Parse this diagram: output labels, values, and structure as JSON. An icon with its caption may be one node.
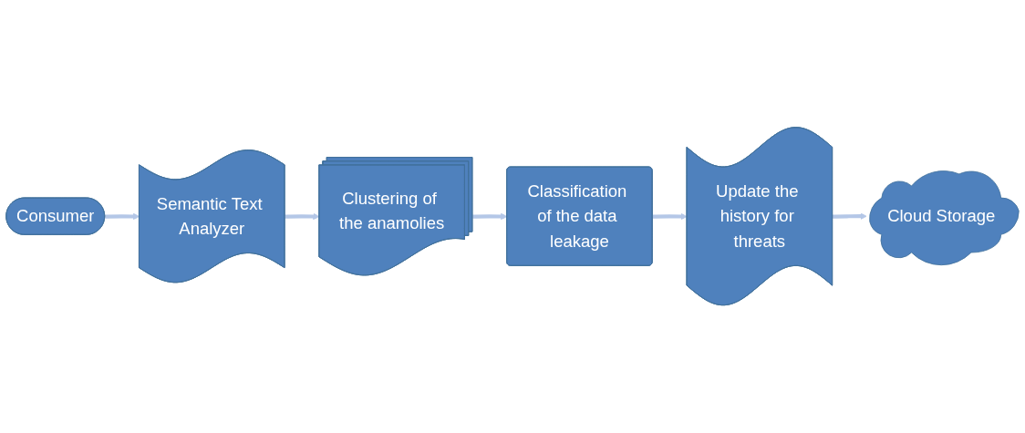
{
  "diagram": {
    "nodes": [
      {
        "text": [
          "Consumer"
        ]
      },
      {
        "text": [
          "Semantic Text Analyzer"
        ]
      },
      {
        "text": [
          "Clustering of the anamolies"
        ]
      },
      {
        "text": [
          "Classification of the data leakage"
        ]
      },
      {
        "text": [
          "Update the history for threats"
        ]
      },
      {
        "text": [
          "Cloud Storage"
        ]
      }
    ],
    "edges": [
      {
        "from": 0,
        "to": 1,
        "arrow": "to"
      },
      {
        "from": 1,
        "to": 2,
        "arrow": "to"
      },
      {
        "from": 2,
        "to": 3,
        "arrow": "to"
      },
      {
        "from": 3,
        "to": 4,
        "arrow": "to"
      },
      {
        "from": 4,
        "to": 5,
        "arrow": "to"
      }
    ]
  }
}
